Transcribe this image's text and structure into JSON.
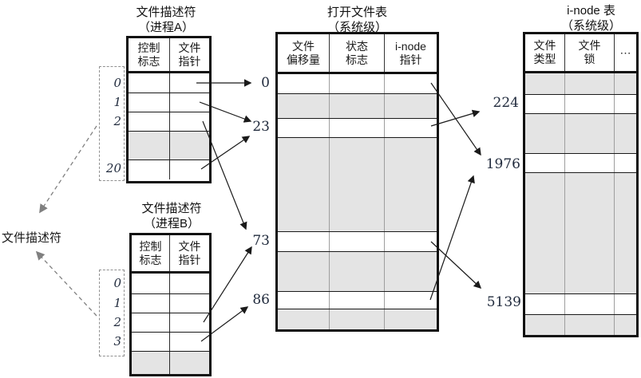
{
  "left_label": "文件描述符",
  "process_a": {
    "title_line1": "文件描述符",
    "title_line2": "（进程A）",
    "headers": {
      "col1_line1": "控制",
      "col1_line2": "标志",
      "col2_line1": "文件",
      "col2_line2": "指针"
    },
    "row_labels": [
      "0",
      "1",
      "2",
      "20"
    ]
  },
  "process_b": {
    "title_line1": "文件描述符",
    "title_line2": "（进程B）",
    "headers": {
      "col1_line1": "控制",
      "col1_line2": "标志",
      "col2_line1": "文件",
      "col2_line2": "指针"
    },
    "row_labels": [
      "0",
      "1",
      "2",
      "3"
    ]
  },
  "open_file_table": {
    "title_line1": "打开文件表",
    "title_line2": "（系统级）",
    "headers": {
      "col1_line1": "文件",
      "col1_line2": "偏移量",
      "col2_line1": "状态",
      "col2_line2": "标志",
      "col3_line1": "i-node",
      "col3_line2": "指针"
    },
    "row_labels": [
      "0",
      "23",
      "73",
      "86"
    ]
  },
  "inode_table": {
    "title_line1": "i-node 表",
    "title_line2": "（系统级）",
    "headers": {
      "col1_line1": "文件",
      "col1_line2": "类型",
      "col2_line1": "文件",
      "col2_line2": "锁",
      "col3": "⋯"
    },
    "row_labels": [
      "224",
      "1976",
      "5139"
    ]
  },
  "links": [
    {
      "from": "进程A fd 0",
      "to": "打开文件表 0"
    },
    {
      "from": "进程A fd 1",
      "to": "打开文件表 23"
    },
    {
      "from": "进程A fd 2",
      "to": "打开文件表 73"
    },
    {
      "from": "进程A fd 20",
      "to": "打开文件表 23"
    },
    {
      "from": "进程B fd 2",
      "to": "打开文件表 73"
    },
    {
      "from": "进程B fd 3",
      "to": "打开文件表 86"
    },
    {
      "from": "打开文件表 0",
      "to": "i-node 1976"
    },
    {
      "from": "打开文件表 23",
      "to": "i-node 224"
    },
    {
      "from": "打开文件表 73",
      "to": "i-node 5139"
    },
    {
      "from": "打开文件表 86",
      "to": "i-node 1976"
    }
  ],
  "colors": {
    "row_shade": "#e4e4e4",
    "arrow": "#1a1a1a",
    "dashed_gray": "#808080",
    "numeral": "#222c3e"
  }
}
